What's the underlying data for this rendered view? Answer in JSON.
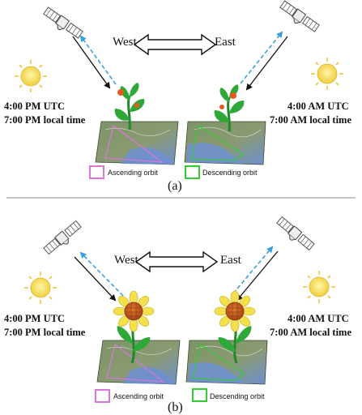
{
  "panels": [
    {
      "caption": "(a)",
      "west_label": "West",
      "east_label": "East",
      "left_time": [
        "4:00 PM UTC",
        "7:00 PM local time"
      ],
      "right_time": [
        "4:00 AM UTC",
        "7:00 AM local time"
      ],
      "legend_ascending": "Ascending orbit",
      "legend_descending": "Descending orbit",
      "plant": "sprout"
    },
    {
      "caption": "(b)",
      "west_label": "West",
      "east_label": "East",
      "left_time": [
        "4:00 PM UTC",
        "7:00 PM local time"
      ],
      "right_time": [
        "4:00 AM UTC",
        "7:00 AM local time"
      ],
      "legend_ascending": "Ascending orbit",
      "legend_descending": "Descending orbit",
      "plant": "sunflower"
    }
  ],
  "colors": {
    "ascending": "#d977d9",
    "descending": "#33cc33",
    "signal": "#3aa0dc",
    "sun": "#f2d64b",
    "map_land": "#6f8a5a",
    "map_water": "#6d8fd3"
  }
}
